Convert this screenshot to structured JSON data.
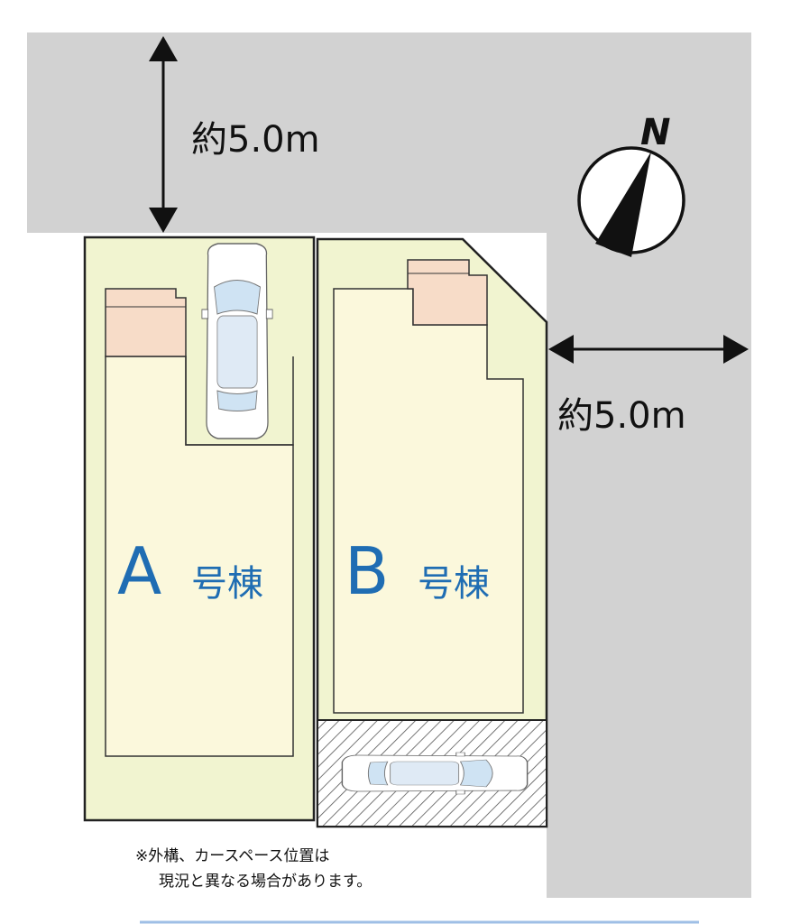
{
  "roads": {
    "north": {
      "width_label": "約5.0m"
    },
    "east": {
      "width_label": "約5.0m"
    }
  },
  "compass": {
    "label": "N",
    "icon": "north-arrow-icon"
  },
  "buildings": [
    {
      "letter": "A",
      "suffix": "号棟"
    },
    {
      "letter": "B",
      "suffix": "号棟"
    }
  ],
  "note": {
    "line1": "※外構、カースペース位置は",
    "line2": "現況と異なる場合があります。"
  },
  "colors": {
    "road": "#d2d2d2",
    "lot": "#f1f4d0",
    "building": "#fbf8dc",
    "deck": "#f7dcc8",
    "label_blue": "#1f6db3",
    "car_glass": "#cfe3f3"
  }
}
